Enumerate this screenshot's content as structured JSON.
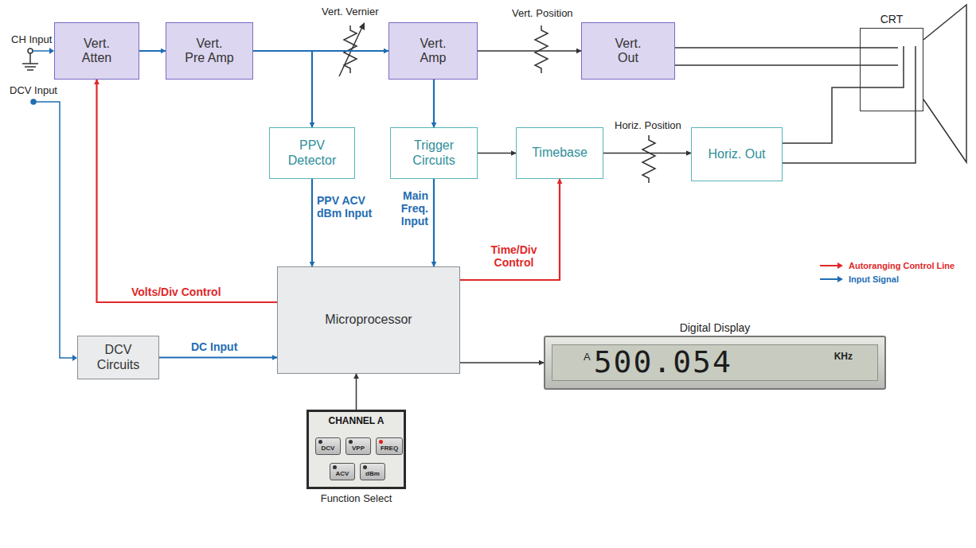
{
  "diagram": {
    "nodes": [
      {
        "text": [
          "Vert. Atten"
        ]
      },
      {
        "text": [
          "Vert. Pre Amp"
        ]
      },
      {
        "text": [
          "Vert. Amp"
        ]
      },
      {
        "text": [
          "Vert. Out"
        ]
      },
      {
        "text": [
          "CRT"
        ]
      },
      {
        "text": [
          "PPV Detector"
        ]
      },
      {
        "text": [
          "Trigger Circuits"
        ]
      },
      {
        "text": [
          "Timebase"
        ]
      },
      {
        "text": [
          "Horiz. Out"
        ]
      },
      {
        "text": [
          "DCV Circuits"
        ]
      },
      {
        "text": [
          "Microprocessor"
        ]
      },
      {
        "text": [
          "Digital Display",
          "A",
          "500.054",
          "KHz"
        ]
      },
      {
        "text": [
          "CHANNEL A",
          "Function Select"
        ]
      },
      {
        "text": [
          "DCV"
        ],
        "in": 12
      },
      {
        "text": [
          "VPP"
        ],
        "in": 12
      },
      {
        "text": [
          "FREQ"
        ],
        "in": 12
      },
      {
        "text": [
          "ACV"
        ],
        "in": 12
      },
      {
        "text": [
          "dBm"
        ],
        "in": 12
      }
    ],
    "edges": [
      {
        "from": 0,
        "to": 1,
        "arrow": "to"
      },
      {
        "from": 1,
        "to": 2,
        "arrow": "to"
      },
      {
        "from": 2,
        "to": 3,
        "arrow": "to"
      },
      {
        "from": 3,
        "to": 4,
        "arrow": "none"
      },
      {
        "from": 1,
        "to": 5,
        "arrow": "to"
      },
      {
        "from": 2,
        "to": 6,
        "arrow": "to"
      },
      {
        "from": 6,
        "to": 7,
        "arrow": "to"
      },
      {
        "from": 7,
        "to": 8,
        "arrow": "to"
      },
      {
        "from": 8,
        "to": 4,
        "arrow": "none"
      },
      {
        "from": 5,
        "to": 10,
        "label": "PPV ACV dBm Input",
        "arrow": "to"
      },
      {
        "from": 6,
        "to": 10,
        "label": "Main Freq. Input",
        "arrow": "to"
      },
      {
        "from": 10,
        "to": 0,
        "label": "Volts/Div Control",
        "arrow": "to"
      },
      {
        "from": 10,
        "to": 7,
        "label": "Time/Div Control",
        "arrow": "to"
      },
      {
        "from": 9,
        "to": 10,
        "label": "DC Input",
        "arrow": "to"
      },
      {
        "from": 10,
        "to": 11,
        "arrow": "to"
      },
      {
        "from": 12,
        "to": 10,
        "arrow": "to"
      }
    ],
    "labels": [
      "CH Input",
      "DCV Input",
      "Vert. Vernier",
      "Vert. Position",
      "Horiz. Position"
    ],
    "legend": [
      {
        "text": "Autoranging Control Line"
      },
      {
        "text": "Input Signal"
      }
    ]
  }
}
